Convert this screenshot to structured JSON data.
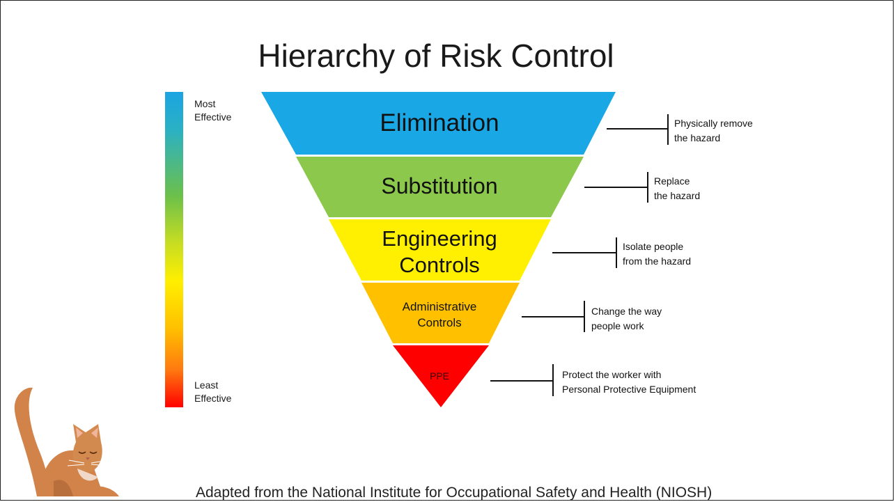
{
  "title": "Hierarchy of Risk Control",
  "effectiveness_scale": {
    "top_label": [
      "Most",
      "Effective"
    ],
    "bottom_label": [
      "Least",
      "Effective"
    ]
  },
  "tiers": [
    {
      "name": "Elimination",
      "color": "#1aa7e6",
      "note": [
        "Physically remove",
        "the hazard"
      ]
    },
    {
      "name": "Substitution",
      "color": "#8cc84b",
      "note": [
        "Replace",
        "the hazard"
      ]
    },
    {
      "name": [
        "Engineering",
        "Controls"
      ],
      "color": "#ffef00",
      "note": [
        "Isolate people",
        "from the hazard"
      ]
    },
    {
      "name": [
        "Administrative",
        "Controls"
      ],
      "color": "#ffc000",
      "note": [
        "Change the way",
        "people work"
      ]
    },
    {
      "name": "PPE",
      "color": "#ff0000",
      "note": [
        "Protect the worker with",
        "Personal Protective Equipment"
      ]
    }
  ],
  "footer": "Adapted from the National Institute for Occupational Safety and Health (NIOSH)"
}
